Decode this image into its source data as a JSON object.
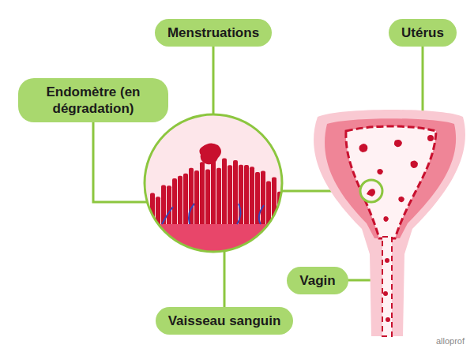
{
  "diagram": {
    "nodes": [
      {
        "text": [
          "Menstruations"
        ]
      },
      {
        "text": [
          "Utérus"
        ]
      },
      {
        "text": [
          "Endomètre (en dégradation)"
        ]
      },
      {
        "text": [
          "Vagin"
        ]
      },
      {
        "text": [
          "Vaisseau sanguin"
        ]
      }
    ],
    "edges": [],
    "labels": [
      "alloprof"
    ]
  }
}
